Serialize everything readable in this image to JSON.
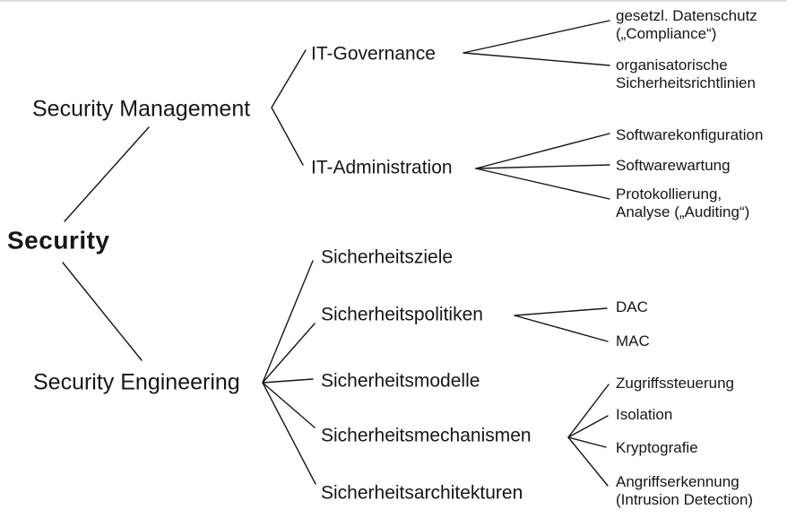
{
  "diagram_title": "Security",
  "tree": {
    "label": "Security",
    "children": [
      {
        "label": "Security Management",
        "children": [
          {
            "label": "IT-Governance",
            "children": [
              {
                "label": "gesetzl. Datenschutz\n(„Compliance“)"
              },
              {
                "label": "organisatorische\nSicherheitsrichtlinien"
              }
            ]
          },
          {
            "label": "IT-Administration",
            "children": [
              {
                "label": "Softwarekonfiguration"
              },
              {
                "label": "Softwarewartung"
              },
              {
                "label": "Protokollierung,\nAnalyse („Auditing“)"
              }
            ]
          }
        ]
      },
      {
        "label": "Security Engineering",
        "children": [
          {
            "label": "Sicherheitsziele"
          },
          {
            "label": "Sicherheitspolitiken",
            "children": [
              {
                "label": "DAC"
              },
              {
                "label": "MAC"
              }
            ]
          },
          {
            "label": "Sicherheitsmodelle"
          },
          {
            "label": "Sicherheitsmechanismen",
            "children": [
              {
                "label": "Zugriffssteuerung"
              },
              {
                "label": "Isolation"
              },
              {
                "label": "Kryptografie"
              },
              {
                "label": "Angriffserkennung\n(Intrusion Detection)"
              }
            ]
          },
          {
            "label": "Sicherheitsarchitekturen"
          }
        ]
      }
    ]
  },
  "colors": {
    "line": "#161616",
    "text": "#161616",
    "background": "#ffffff"
  }
}
